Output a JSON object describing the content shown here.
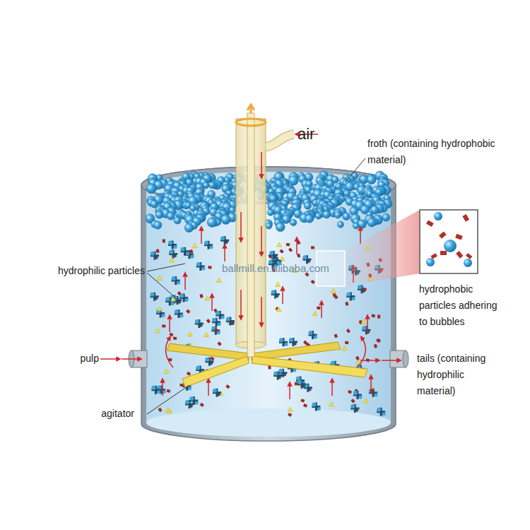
{
  "diagram": {
    "labels": [
      "air",
      "froth (containing hydrophobic material)",
      "hydrophilic particles",
      "ballmill.en.alibaba.com",
      "hydrophobic particles adhering to bubbles",
      "pulp",
      "tails (containing hydrophilic material)",
      "agitator"
    ]
  }
}
